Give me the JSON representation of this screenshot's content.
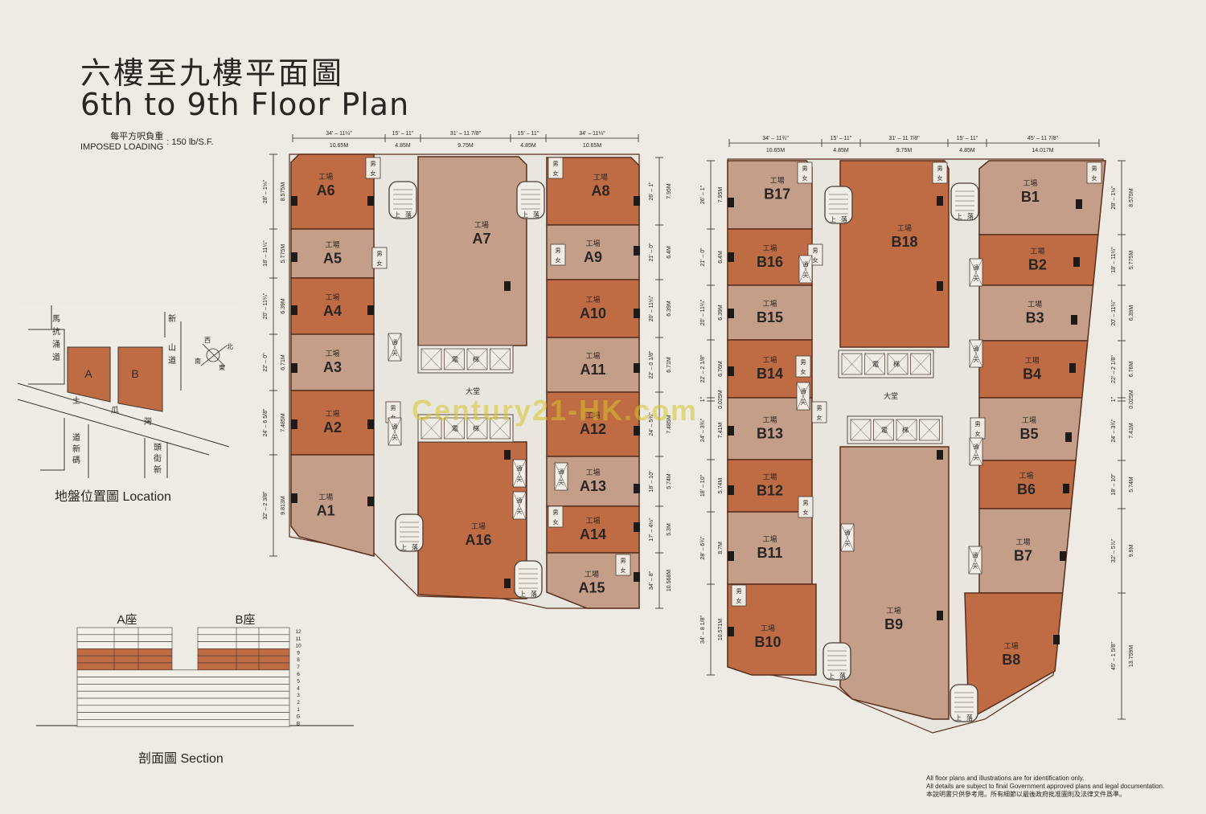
{
  "title": {
    "cn": "六樓至九樓平面圖",
    "en": "6th to 9th Floor Plan"
  },
  "loading": {
    "label_cn": "每平方呎負重",
    "label_en": "IMPOSED LOADING",
    "value": "150 lb/S.F."
  },
  "labels": {
    "factory": "工場",
    "lobby": "大堂",
    "lift": "電",
    "lift2": "梯",
    "male": "男",
    "female": "女",
    "up": "上",
    "down": "落",
    "duct": "通",
    "sky": "天"
  },
  "colors": {
    "dark_unit": "#bf6c45",
    "light_unit": "#c59e8a",
    "corridor": "#e9e6df",
    "outline": "#5a2e1c"
  },
  "tower_a": {
    "left_units": [
      "A6",
      "A5",
      "A4",
      "A3",
      "A2",
      "A1"
    ],
    "center_units": [
      "A7",
      "A16"
    ],
    "right_units": [
      "A8",
      "A9",
      "A10",
      "A11",
      "A12",
      "A13",
      "A14",
      "A15"
    ],
    "top_dims": [
      {
        "imp": "34' – 11¼\"",
        "met": "10.65M"
      },
      {
        "imp": "15' – 11\"",
        "met": "4.85M"
      },
      {
        "imp": "31' – 11 7/8\"",
        "met": "9.75M"
      },
      {
        "imp": "15' – 11\"",
        "met": "4.85M"
      },
      {
        "imp": "34' – 11¼\"",
        "met": "10.65M"
      }
    ],
    "left_dims": [
      {
        "imp": "28' – 1⅛\"",
        "met": "8.575M"
      },
      {
        "imp": "18' – 11¼\"",
        "met": "5.775M"
      },
      {
        "imp": "20' – 11¼\"",
        "met": "6.39M"
      },
      {
        "imp": "22' – 0\"",
        "met": "6.71M"
      },
      {
        "imp": "24' – 6 5/8\"",
        "met": "7.485M"
      },
      {
        "imp": "32' – 2 3/8\"",
        "met": "9.813M"
      }
    ],
    "right_dims": [
      {
        "imp": "26' – 1\"",
        "met": "7.95M"
      },
      {
        "imp": "21' – 0\"",
        "met": "6.4M"
      },
      {
        "imp": "20' – 11¼\"",
        "met": "6.39M"
      },
      {
        "imp": "22' – 0 1/8\"",
        "met": "6.71M"
      },
      {
        "imp": "24' – 5¾\"",
        "met": "7.485M"
      },
      {
        "imp": "18' – 10\"",
        "met": "5.74M"
      },
      {
        "imp": "17' – 4½\"",
        "met": "5.3M"
      },
      {
        "imp": "34' – 8\"",
        "met": "10.568M"
      }
    ]
  },
  "tower_b": {
    "left_units": [
      "B17",
      "B16",
      "B15",
      "B14",
      "B13",
      "B12",
      "B11",
      "B10"
    ],
    "center_units": [
      "B18",
      "B9"
    ],
    "right_units": [
      "B1",
      "B2",
      "B3",
      "B4",
      "B5",
      "B6",
      "B7",
      "B8"
    ],
    "top_dims": [
      {
        "imp": "34' – 11¾\"",
        "met": "10.65M"
      },
      {
        "imp": "15' – 11\"",
        "met": "4.85M"
      },
      {
        "imp": "31' – 11 7/8\"",
        "met": "9.75M"
      },
      {
        "imp": "15' – 11\"",
        "met": "4.85M"
      },
      {
        "imp": "45' – 11 7/8\"",
        "met": "14.017M"
      }
    ],
    "left_dims": [
      {
        "imp": "26' – 1\"",
        "met": "7.95M"
      },
      {
        "imp": "21' – 0\"",
        "met": "6.4M"
      },
      {
        "imp": "20' – 11¼\"",
        "met": "6.39M"
      },
      {
        "imp": "22' – 2 1/8\"",
        "met": "6.76M"
      },
      {
        "imp": "1\"",
        "met": "0.025M"
      },
      {
        "imp": "24' – 3¾\"",
        "met": "7.41M"
      },
      {
        "imp": "18' – 10\"",
        "met": "5.74M"
      },
      {
        "imp": "28' – 6¾\"",
        "met": "8.7M"
      },
      {
        "imp": "34' – 8 1/8\"",
        "met": "10.571M"
      }
    ],
    "right_dims": [
      {
        "imp": "28' – 1⅛\"",
        "met": "8.575M"
      },
      {
        "imp": "18' – 11¼\"",
        "met": "5.775M"
      },
      {
        "imp": "20' – 11¼\"",
        "met": "6.39M"
      },
      {
        "imp": "22' – 2 1/8\"",
        "met": "6.76M"
      },
      {
        "imp": "1\"",
        "met": "0.025M"
      },
      {
        "imp": "24' – 3¾\"",
        "met": "7.41M"
      },
      {
        "imp": "18' – 10\"",
        "met": "5.74M"
      },
      {
        "imp": "32' – 5⅞\"",
        "met": "9.9M"
      },
      {
        "imp": "45' – 1 5/8\"",
        "met": "13.759M"
      }
    ]
  },
  "location": {
    "title": "地盤位置圖 Location",
    "block_a": "A",
    "block_b": "B",
    "streets": [
      "馬",
      "抗",
      "涌",
      "道",
      "新",
      "山",
      "道",
      "土",
      "瓜",
      "灣",
      "道",
      "新",
      "碼",
      "頭",
      "街",
      "新",
      "碼",
      "頭",
      "街"
    ],
    "compass": {
      "n": "北",
      "s": "南",
      "e": "東",
      "w": "西"
    }
  },
  "section": {
    "title": "剖面圖 Section",
    "block_a": "A座",
    "block_b": "B座",
    "floors": [
      "12",
      "11",
      "10",
      "9",
      "8",
      "7",
      "6",
      "5",
      "4",
      "3",
      "2",
      "1",
      "G",
      "B"
    ],
    "highlight": [
      "9",
      "8",
      "7",
      "6"
    ]
  },
  "disclaimer": [
    "All floor plans and illustrations are for identification only.",
    "All details are subject to final Government approved plans and legal documentation.",
    "本說明書只供參考用。所有細節以最後政府批准圖則及法律文件爲準。"
  ],
  "watermark": "Century21-HK.com"
}
